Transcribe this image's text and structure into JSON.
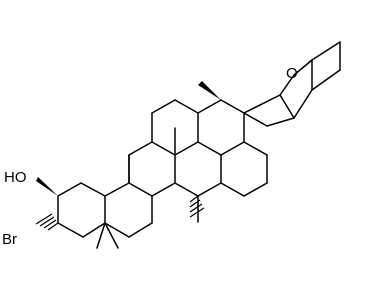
{
  "labels": {
    "hydroxyl": "HO",
    "bromine": "Br",
    "ether_oxygen": "O"
  }
}
